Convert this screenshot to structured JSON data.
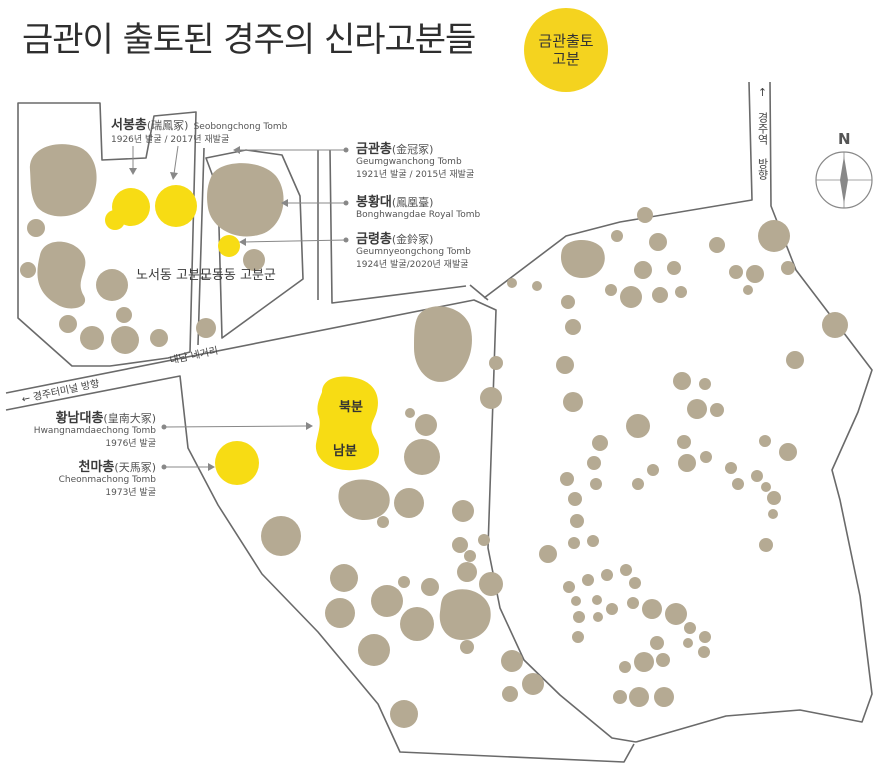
{
  "title": "금관이 출토된 경주의 신라고분들",
  "legend": {
    "label": "금관출토 고분",
    "color": "#f4d31f"
  },
  "colors": {
    "mound": "#b5aa93",
    "gold_tomb": "#f7dc14",
    "road": "#6a6a6a"
  },
  "compass": {
    "north": "N"
  },
  "labels": {
    "seobongchong": {
      "name": "서봉총",
      "hanja": "(瑞鳳冢)",
      "eng": "Seobongchong Tomb",
      "year": "1926년 발굴 / 2017년 재발굴"
    },
    "geumgwanchong": {
      "name": "금관총",
      "hanja": "(金冠冢)",
      "eng": "Geumgwanchong Tomb",
      "year": "1921년 발굴 / 2015년 재발굴"
    },
    "bonghwangdae": {
      "name": "봉황대",
      "hanja": "(鳳凰臺)",
      "eng": "Bonghwangdae Royal Tomb"
    },
    "geumnyeongchong": {
      "name": "금령총",
      "hanja": "(金鈴冢)",
      "eng": "Geumnyeongchong Tomb",
      "year": "1924년 발굴/2020년 재발굴"
    },
    "hwangnamdaechong": {
      "name": "황남대총",
      "hanja": "(皇南大冢)",
      "eng": "Hwangnamdaechong Tomb",
      "year": "1976년 발굴"
    },
    "cheonmachong": {
      "name": "천마총",
      "hanja": "(天馬冢)",
      "eng": "Cheonmachong Tomb",
      "year": "1973년 발굴"
    }
  },
  "groups": {
    "noseo": "노서동 고분군",
    "nodong": "노동동 고분군"
  },
  "tomb_parts": {
    "north": "북분",
    "south": "남분"
  },
  "roads": {
    "naenam": "내남 네거리",
    "terminal": "← 경주터미널 방향",
    "station": "↑ 경주역 방향"
  }
}
